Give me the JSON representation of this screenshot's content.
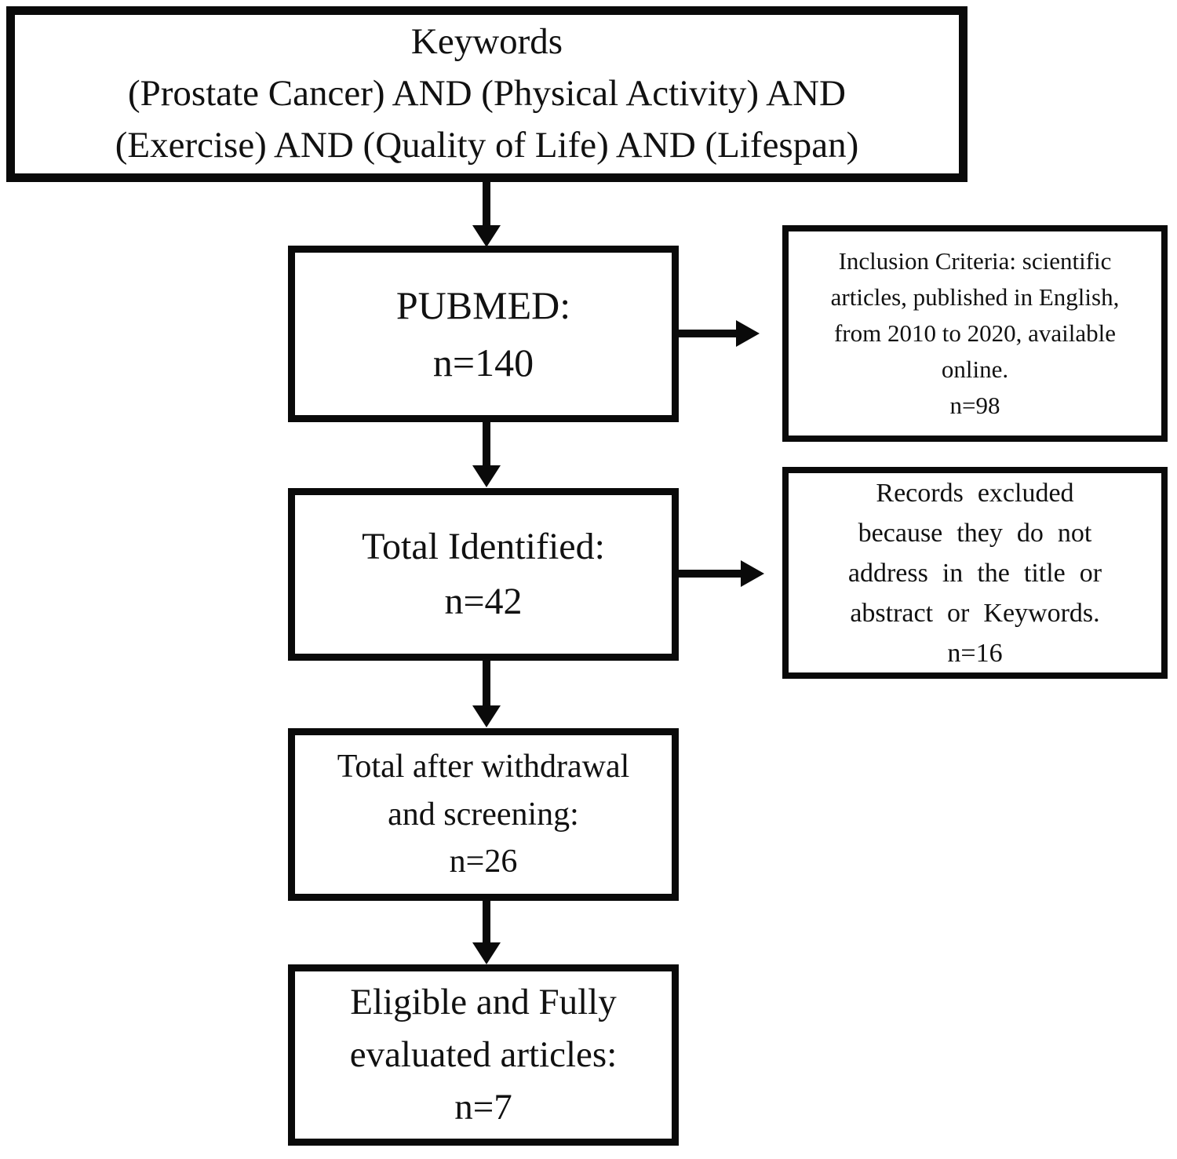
{
  "flowchart": {
    "keywords_box": {
      "text": "Keywords\n(Prostate Cancer) AND (Physical Activity) AND\n(Exercise) AND (Quality of Life) AND (Lifespan)"
    },
    "pubmed_box": {
      "text": "PUBMED:\nn=140"
    },
    "inclusion_box": {
      "text": "Inclusion Criteria:  scientific\narticles, published in English,\nfrom 2010 to 2020, available\nonline.\nn=98"
    },
    "total_identified_box": {
      "text": "Total Identified:\nn=42"
    },
    "records_excluded_box": {
      "text": "Records excluded\nbecause they do not\naddress in the title or\nabstract or Keywords.\nn=16"
    },
    "total_after_box": {
      "text": "Total after withdrawal\nand screening:\nn=26"
    },
    "eligible_box": {
      "text": "Eligible and Fully\nevaluated articles:\nn=7"
    },
    "counts": {
      "pubmed": 140,
      "inclusion_criteria": 98,
      "total_identified": 42,
      "records_excluded": 16,
      "total_after_withdrawal_screening": 26,
      "eligible_fully_evaluated": 7
    },
    "colors": {
      "line": "#0a0a0a",
      "background": "#ffffff",
      "text": "#111111"
    }
  }
}
